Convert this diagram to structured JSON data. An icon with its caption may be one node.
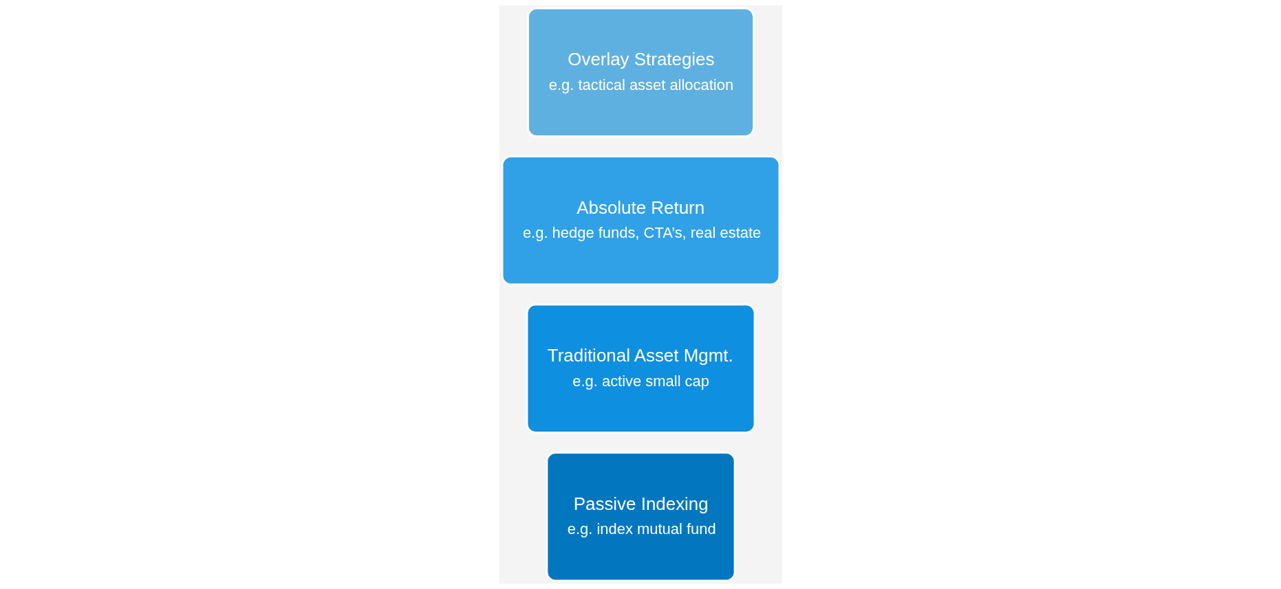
{
  "diagram": {
    "nodes": [
      {
        "text": [
          "Passive Indexing",
          "e.g. index mutual fund"
        ]
      },
      {
        "text": [
          "Traditional Asset Mgmt.",
          "e.g. active small cap"
        ]
      },
      {
        "text": [
          "Absolute Return",
          "e.g. hedge funds, CTA’s, real estate"
        ]
      },
      {
        "text": [
          "Overlay Strategies",
          "e.g. tactical asset allocation"
        ]
      }
    ]
  }
}
